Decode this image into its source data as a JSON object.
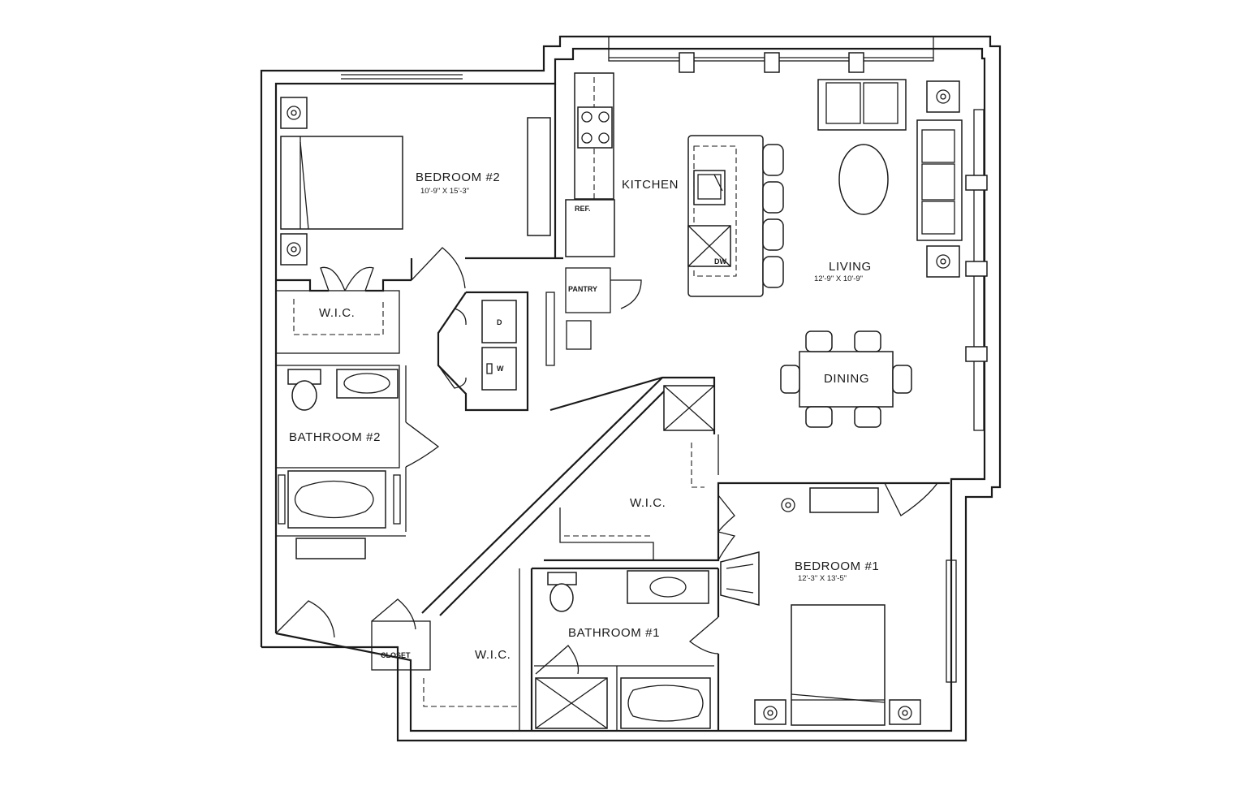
{
  "rooms": {
    "bedroom2": {
      "name": "BEDROOM  #2",
      "size": "10'-9\"  X  15'-3\""
    },
    "kitchen": {
      "name": "KITCHEN"
    },
    "living": {
      "name": "LIVING",
      "size": "12'-9\"  X  10'-9\""
    },
    "dining": {
      "name": "DINING"
    },
    "wic_top_left": {
      "name": "W.I.C."
    },
    "bathroom2": {
      "name": "BATHROOM  #2"
    },
    "wic_center": {
      "name": "W.I.C."
    },
    "bedroom1": {
      "name": "BEDROOM  #1",
      "size": "12'-3\"  X  13'-5\""
    },
    "bathroom1": {
      "name": "BATHROOM  #1"
    },
    "wic_bottom": {
      "name": "W.I.C."
    }
  },
  "fixtures": {
    "refrigerator": "REF.",
    "pantry": "PANTRY",
    "dryer": "D",
    "washer": "W",
    "dishwasher": "DW",
    "closet": "CLOSET"
  },
  "colors": {
    "line": "#1a1a1a",
    "background": "#ffffff"
  }
}
